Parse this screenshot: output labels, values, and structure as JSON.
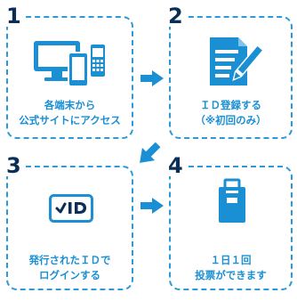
{
  "colors": {
    "accent": "#1a8fd4",
    "number": "#0b2e57",
    "border": "#2b9ad6"
  },
  "steps": [
    {
      "number": "1",
      "line1": "各端末から",
      "line2": "公式サイトにアクセス",
      "icon": "devices-icon"
    },
    {
      "number": "2",
      "line1": "ＩＤ登録する",
      "line2": "（※初回のみ）",
      "icon": "registration-form-icon"
    },
    {
      "number": "3",
      "line1": "発行されたＩＤで",
      "line2": "ログインする",
      "icon": "id-card-icon",
      "icon_text": "✓ID"
    },
    {
      "number": "4",
      "line1": "１日１回",
      "line2": "投票ができます",
      "icon": "ballot-box-icon"
    }
  ],
  "arrows": [
    "right-arrow-icon",
    "down-left-arrow-icon",
    "right-arrow-icon"
  ]
}
